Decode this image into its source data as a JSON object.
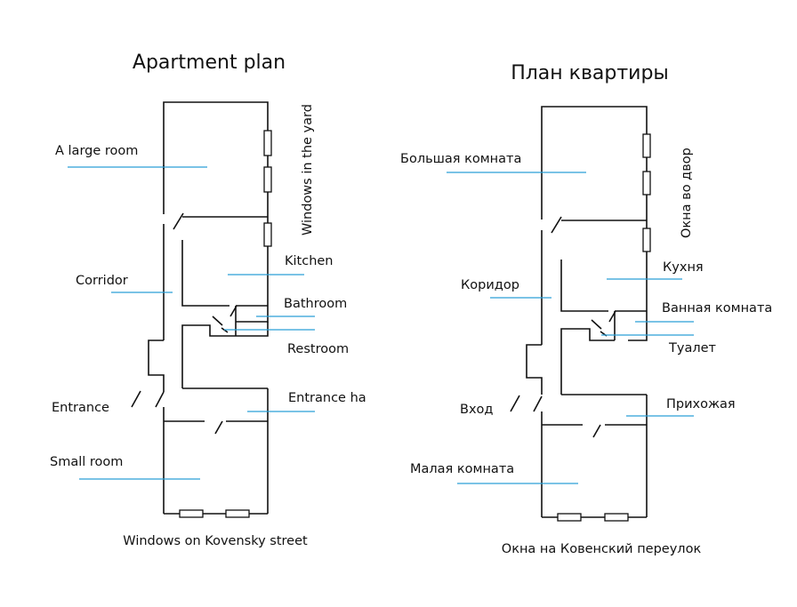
{
  "plans": [
    {
      "title": "Apartment plan",
      "labels": {
        "large_room": "A large room",
        "corridor": "Corridor",
        "kitchen": "Kitchen",
        "bathroom": "Bathroom",
        "restroom": "Restroom",
        "entrance": "Entrance",
        "entrance_hall": "Entrance ha",
        "small_room": "Small room",
        "windows_street": "Windows on Kovensky street",
        "windows_yard": "Windows in the yard"
      }
    },
    {
      "title": "План квартиры",
      "labels": {
        "large_room": "Большая комната",
        "corridor": "Коридор",
        "kitchen": "Кухня",
        "bathroom": "Ванная комната",
        "restroom": "Туалет",
        "entrance": "Вход",
        "entrance_hall": "Прихожая",
        "small_room": "Малая комната",
        "windows_street": "Окна на Ковенский переулок",
        "windows_yard": "Окна во двор"
      }
    }
  ],
  "colors": {
    "leader_line": "#2a9fd6",
    "wall": "#111111"
  }
}
